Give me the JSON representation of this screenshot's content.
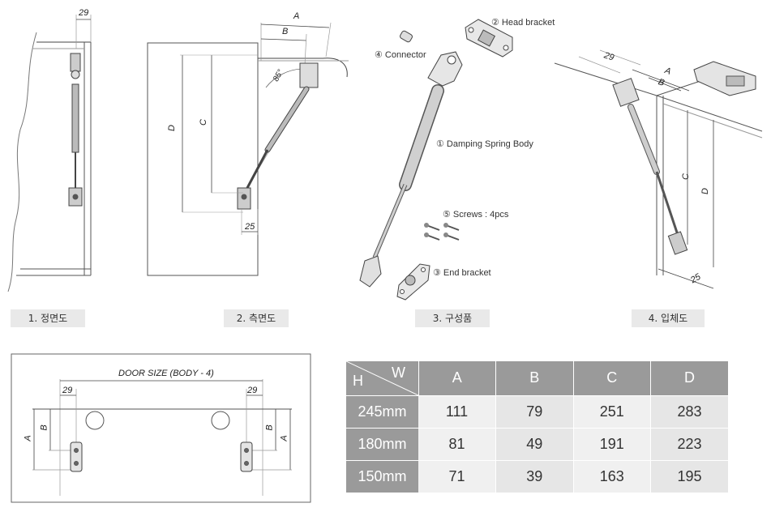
{
  "views": {
    "front": {
      "caption": "1. 정면도",
      "dim_29": "29"
    },
    "side": {
      "caption": "2. 측면도",
      "dim_a": "A",
      "dim_b": "B",
      "dim_c": "C",
      "dim_d": "D",
      "dim_25": "25",
      "angle": "85°"
    },
    "parts": {
      "caption": "3. 구성품",
      "labels": {
        "head_bracket": "② Head bracket",
        "connector": "④ Connector",
        "damping": "① Damping Spring Body",
        "screws": "⑤ Screws : 4pcs",
        "end_bracket": "③ End bracket"
      }
    },
    "iso": {
      "caption": "4. 입체도",
      "dim_29": "29",
      "dim_a": "A",
      "dim_b": "B",
      "dim_c": "C",
      "dim_d": "D",
      "dim_25": "25"
    }
  },
  "door": {
    "title": "DOOR SIZE (BODY - 4)",
    "dim_29_left": "29",
    "dim_29_right": "29",
    "dim_a": "A",
    "dim_b": "B"
  },
  "table": {
    "corner_h": "H",
    "corner_w": "W",
    "columns": [
      "A",
      "B",
      "C",
      "D"
    ],
    "rows": [
      {
        "h": "245mm",
        "values": [
          "111",
          "79",
          "251",
          "283"
        ]
      },
      {
        "h": "180mm",
        "values": [
          "81",
          "49",
          "191",
          "223"
        ]
      },
      {
        "h": "150mm",
        "values": [
          "71",
          "39",
          "163",
          "195"
        ]
      }
    ]
  }
}
